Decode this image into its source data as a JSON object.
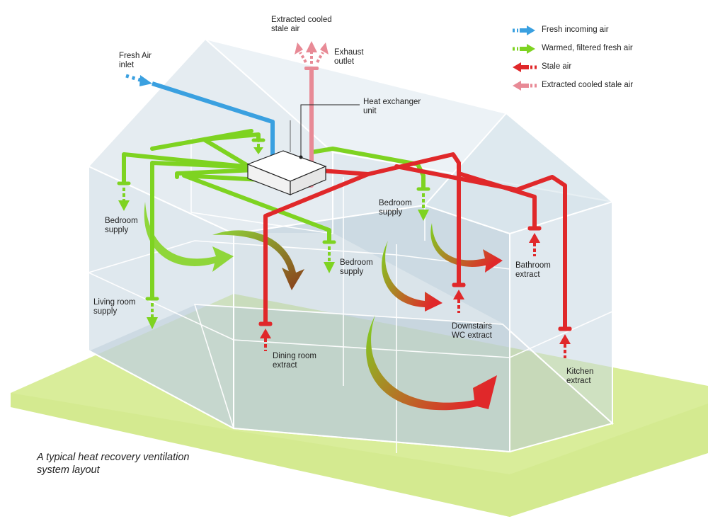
{
  "labels": {
    "extracted_cooled": "Extracted cooled\nstale air",
    "exhaust_outlet": "Exhaust\noutlet",
    "fresh_air_inlet": "Fresh Air\ninlet",
    "heat_exchanger": "Heat exchanger\nunit",
    "bedroom_supply_left": "Bedroom\nsupply",
    "bedroom_supply_mid": "Bedroom\nsupply",
    "bedroom_supply_right": "Bedroom\nsupply",
    "living_room_supply": "Living room\nsupply",
    "dining_room_extract": "Dining room\nextract",
    "downstairs_wc_extract": "Downstairs\nWC extract",
    "bathroom_extract": "Bathroom\nextract",
    "kitchen_extract": "Kitchen\nextract"
  },
  "legend": [
    {
      "label": "Fresh incoming air",
      "color": "#3aa0e0"
    },
    {
      "label": "Warmed, filtered fresh air",
      "color": "#7ed321"
    },
    {
      "label": "Stale air",
      "color": "#e0282a"
    },
    {
      "label": "Extracted cooled stale air",
      "color": "#e88a96"
    }
  ],
  "caption": "A typical heat recovery ventilation\nsystem layout",
  "colors": {
    "fresh": "#3aa0e0",
    "warm": "#7ed321",
    "stale": "#e0282a",
    "cooled": "#e88a96",
    "ground": "#d9ed9a",
    "house_fill": "#cfdde6",
    "house_line": "#ffffff"
  }
}
